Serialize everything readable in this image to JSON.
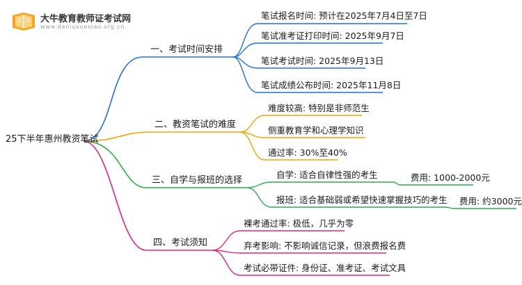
{
  "logo": {
    "title": "大牛教育教师证考试网",
    "url": "www.daniuxuexiao.org.cn",
    "colors": {
      "book": "#f2a623",
      "page": "#ffd27a",
      "text": "#ffffff"
    }
  },
  "root": {
    "label": "25下半年惠州教资笔试"
  },
  "colors": {
    "branch_1": "#1e6ff0",
    "branch_2": "#f0a500",
    "branch_3": "#27b04a",
    "branch_4": "#e8247a"
  },
  "branches": [
    {
      "label": "一、考试时间安排",
      "items": [
        {
          "text": "笔试报名时间: 预计在2025年7月4日至7日"
        },
        {
          "text": "笔试准考证打印时间: 2025年9月7日"
        },
        {
          "text": "笔试考试时间: 2025年9月13日"
        },
        {
          "text": "笔试成绩公布时间: 2025年11月8日"
        }
      ]
    },
    {
      "label": "二、教资笔试的难度",
      "items": [
        {
          "text": "难度较高: 特别是非师范生"
        },
        {
          "text": "侧重教育学和心理学知识"
        },
        {
          "text": "通过率: 30%至40%"
        }
      ]
    },
    {
      "label": "三、自学与报班的选择",
      "items": [
        {
          "text": "自学: 适合自律性强的考生",
          "child": "费用: 1000-2000元"
        },
        {
          "text": "报班: 适合基础弱或希望快速掌握技巧的考生",
          "child": "费用: 约3000元"
        }
      ]
    },
    {
      "label": "四、考试须知",
      "items": [
        {
          "text": "裸考通过率: 极低，几乎为零"
        },
        {
          "text": "弃考影响: 不影响诚信记录，但浪费报名费"
        },
        {
          "text": "考试必带证件: 身份证、准考证、考试文具"
        }
      ]
    }
  ]
}
